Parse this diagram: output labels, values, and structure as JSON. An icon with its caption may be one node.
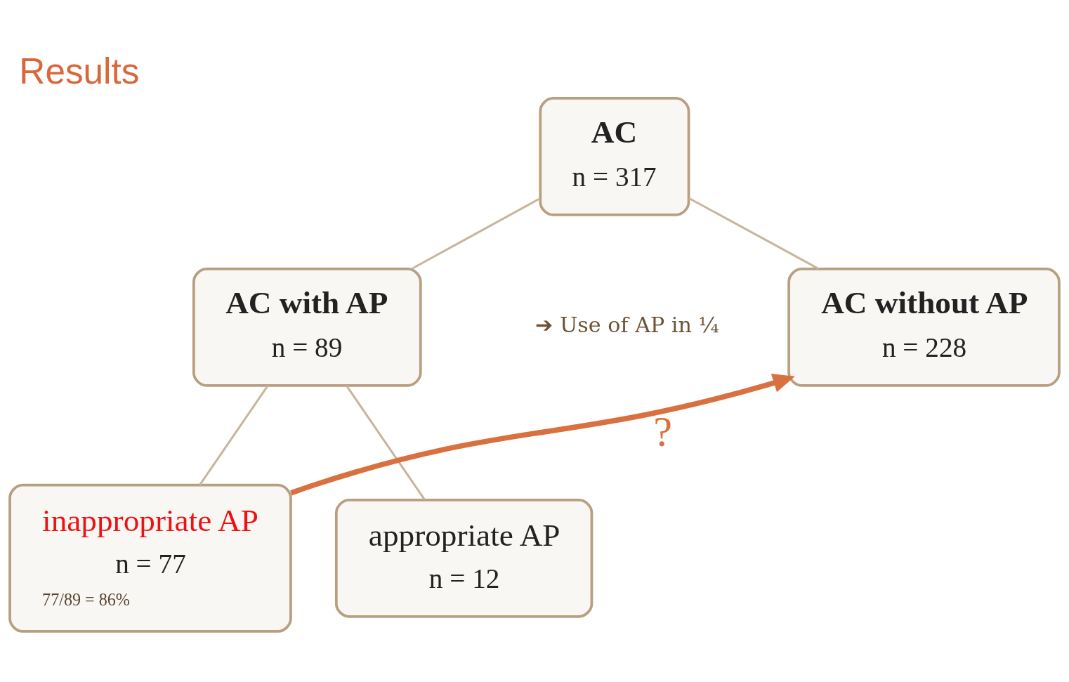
{
  "diagram": {
    "title": "Results",
    "nodes": [
      {
        "text": [
          "AC",
          "n = 317"
        ]
      },
      {
        "text": [
          "AC with AP",
          "n = 89"
        ]
      },
      {
        "text": [
          "AC without AP",
          "n = 228"
        ]
      },
      {
        "text": [
          "appropriate AP",
          "n = 12"
        ]
      },
      {
        "text": [
          "inappropriate AP",
          "n = 77",
          "77/89 = 86%"
        ]
      }
    ],
    "edges": [
      {
        "from": 0,
        "to": 1,
        "arrow": "none"
      },
      {
        "from": 0,
        "to": 2,
        "arrow": "none"
      },
      {
        "from": 1,
        "to": 3,
        "arrow": "none"
      },
      {
        "from": 1,
        "to": 4,
        "arrow": "none"
      },
      {
        "from": 4,
        "to": 2,
        "arrow": "to",
        "label": "?",
        "style": "thick",
        "color": "#d9703f"
      }
    ],
    "labels": [
      "➔ Use of AP in ¼"
    ]
  }
}
